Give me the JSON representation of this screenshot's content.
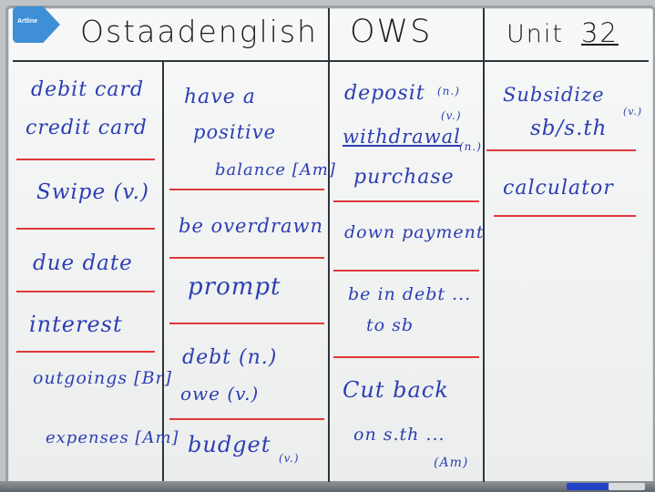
{
  "header": {
    "brand": "Ostaadenglish",
    "center": "OWS",
    "unit_prefix": "Unit",
    "unit_number": "32",
    "magnet_label": "Artline"
  },
  "col1": [
    "debit card",
    "credit card",
    "Swipe (v.)",
    "due date",
    "interest",
    "outgoings [Br]",
    "expenses [Am]"
  ],
  "col2": [
    "have a",
    "positive",
    "balance [Am]",
    "be overdrawn",
    "prompt",
    "debt (n.)",
    "owe (v.)",
    "budget",
    "(v.)"
  ],
  "col3": [
    "deposit",
    "(n.)",
    "(v.)",
    "withdrawal",
    "(n.)",
    "purchase",
    "down payment",
    "be in debt ...",
    "to sb",
    "Cut back",
    "on s.th ...",
    "(Am)"
  ],
  "col4": [
    "Subsidize",
    "(v.)",
    "sb/s.th",
    "calculator"
  ]
}
